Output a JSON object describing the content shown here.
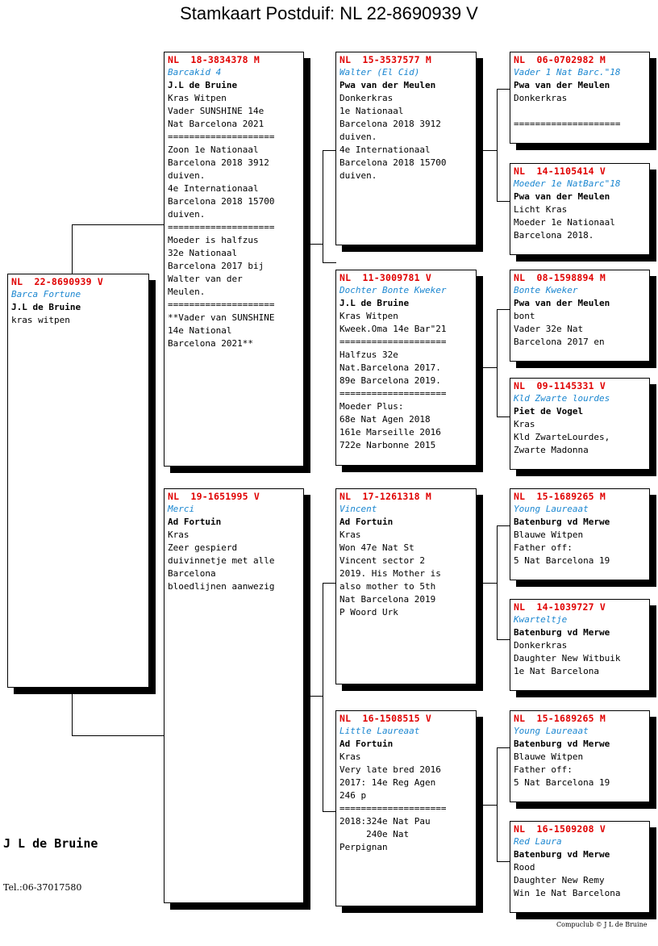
{
  "title": "Stamkaart Postduif: NL  22-8690939 V",
  "breeder": "J L de Bruine",
  "tel": "Tel.:06-37017580",
  "credit": "Compuclub © J L de Bruine",
  "cards": {
    "self": {
      "ring": "NL  22-8690939 V",
      "name": "Barca Fortune",
      "owner": "J.L de Bruine",
      "lines": [
        "kras witpen"
      ]
    },
    "father": {
      "ring": "NL  18-3834378 M",
      "name": "Barcakid 4",
      "owner": "J.L de Bruine",
      "lines": [
        "Kras Witpen",
        "Vader SUNSHINE 14e",
        "Nat Barcelona 2021",
        "====================",
        "Zoon 1e Nationaal",
        "Barcelona 2018 3912",
        "duiven.",
        "4e Internationaal",
        "Barcelona 2018 15700",
        "duiven.",
        "====================",
        "Moeder is halfzus",
        "32e Nationaal",
        "Barcelona 2017 bij",
        "Walter van der",
        "Meulen.",
        "====================",
        "**Vader van SUNSHINE",
        "14e National",
        "Barcelona 2021**"
      ]
    },
    "mother": {
      "ring": "NL  19-1651995 V",
      "name": "Merci",
      "owner": "Ad Fortuin",
      "lines": [
        "Kras",
        "Zeer gespierd",
        "duivinnetje met alle",
        "Barcelona",
        "bloedlijnen aanwezig"
      ]
    },
    "ff": {
      "ring": "NL  15-3537577 M",
      "name": "Walter (El Cid)",
      "owner": "Pwa van der Meulen",
      "lines": [
        "Donkerkras",
        "1e Nationaal",
        "Barcelona 2018 3912",
        "duiven.",
        "4e Internationaal",
        "Barcelona 2018 15700",
        "duiven."
      ]
    },
    "fm": {
      "ring": "NL  11-3009781 V",
      "name": "Dochter Bonte Kweker",
      "owner": "J.L de Bruine",
      "lines": [
        "Kras Witpen",
        "Kweek.Oma 14e Bar\"21",
        "====================",
        "Halfzus 32e",
        "Nat.Barcelona 2017.",
        "89e Barcelona 2019.",
        "====================",
        "Moeder Plus:",
        "68e Nat Agen 2018",
        "161e Marseille 2016",
        "722e Narbonne 2015"
      ]
    },
    "mf": {
      "ring": "NL  17-1261318 M",
      "name": "Vincent",
      "owner": "Ad Fortuin",
      "lines": [
        "Kras",
        "Won 47e Nat St",
        "Vincent sector 2",
        "2019. His Mother is",
        "also mother to 5th",
        "Nat Barcelona 2019",
        "P Woord Urk"
      ]
    },
    "mm": {
      "ring": "NL  16-1508515 V",
      "name": "Little Laureaat",
      "owner": "Ad Fortuin",
      "lines": [
        "Kras",
        "Very late bred 2016",
        "2017: 14e Reg Agen",
        "246 p",
        "====================",
        "2018:324e Nat Pau",
        "     240e Nat",
        "Perpignan"
      ]
    },
    "fff": {
      "ring": "NL  06-0702982 M",
      "name": "Vader 1 Nat Barc.\"18",
      "owner": "Pwa van der Meulen",
      "lines": [
        "Donkerkras",
        "",
        "===================="
      ]
    },
    "ffm": {
      "ring": "NL  14-1105414 V",
      "name": "Moeder 1e NatBarc\"18",
      "owner": "Pwa van der Meulen",
      "lines": [
        "Licht Kras",
        "Moeder 1e Nationaal",
        "Barcelona 2018."
      ]
    },
    "fmf": {
      "ring": "NL  08-1598894 M",
      "name": "Bonte Kweker",
      "owner": "Pwa van der Meulen",
      "lines": [
        "bont",
        "Vader 32e Nat",
        "Barcelona 2017 en"
      ]
    },
    "fmm": {
      "ring": "NL  09-1145331 V",
      "name": "Kld Zwarte lourdes",
      "owner": "Piet de Vogel",
      "lines": [
        "Kras",
        "Kld ZwarteLourdes,",
        "Zwarte Madonna"
      ]
    },
    "mff": {
      "ring": "NL  15-1689265 M",
      "name": "Young Laureaat",
      "owner": "Batenburg vd Merwe",
      "lines": [
        "Blauwe Witpen",
        "Father off:",
        "5 Nat Barcelona 19"
      ]
    },
    "mfm": {
      "ring": "NL  14-1039727 V",
      "name": "Kwarteltje",
      "owner": "Batenburg vd Merwe",
      "lines": [
        "Donkerkras",
        "Daughter New Witbuik",
        "1e Nat Barcelona"
      ]
    },
    "mmf": {
      "ring": "NL  15-1689265 M",
      "name": "Young Laureaat",
      "owner": "Batenburg vd Merwe",
      "lines": [
        "Blauwe Witpen",
        "Father off:",
        "5 Nat Barcelona 19"
      ]
    },
    "mmm": {
      "ring": "NL  16-1509208 V",
      "name": "Red Laura",
      "owner": "Batenburg vd Merwe",
      "lines": [
        "Rood",
        "Daughter New Remy",
        "Win 1e Nat Barcelona"
      ]
    }
  }
}
